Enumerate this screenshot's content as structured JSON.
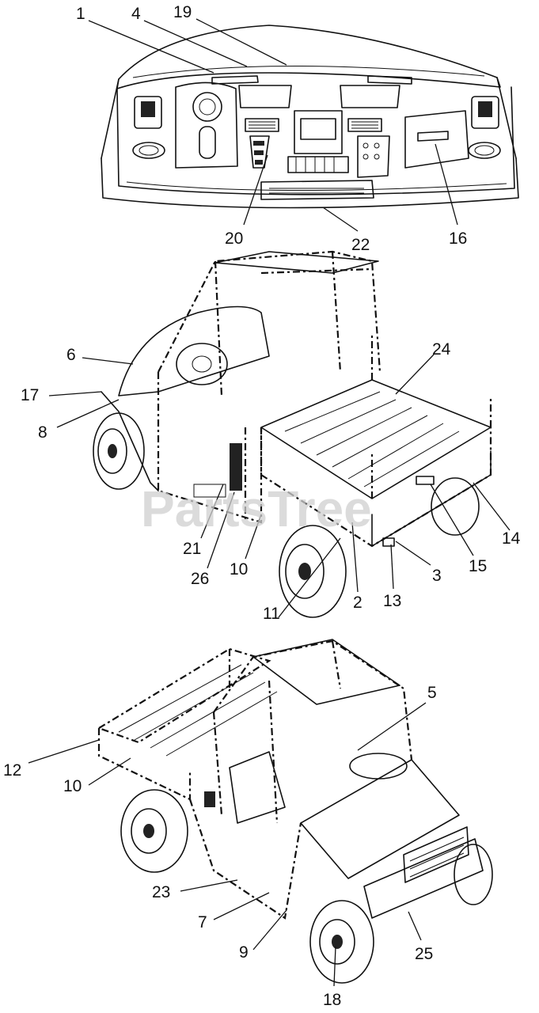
{
  "watermark": "PartsTree",
  "views": [
    {
      "name": "dashboard",
      "callouts": [
        {
          "id": "c1",
          "label": "1"
        },
        {
          "id": "c4",
          "label": "4"
        },
        {
          "id": "c19",
          "label": "19"
        },
        {
          "id": "c20",
          "label": "20"
        },
        {
          "id": "c22",
          "label": "22"
        },
        {
          "id": "c16",
          "label": "16"
        }
      ]
    },
    {
      "name": "rear-left-view",
      "callouts": [
        {
          "id": "c6",
          "label": "6"
        },
        {
          "id": "c17",
          "label": "17"
        },
        {
          "id": "c8",
          "label": "8"
        },
        {
          "id": "c24",
          "label": "24"
        },
        {
          "id": "c21",
          "label": "21"
        },
        {
          "id": "c26",
          "label": "26"
        },
        {
          "id": "c10a",
          "label": "10"
        },
        {
          "id": "c11",
          "label": "11"
        },
        {
          "id": "c2",
          "label": "2"
        },
        {
          "id": "c13",
          "label": "13"
        },
        {
          "id": "c3",
          "label": "3"
        },
        {
          "id": "c15",
          "label": "15"
        },
        {
          "id": "c14",
          "label": "14"
        }
      ]
    },
    {
      "name": "front-left-view",
      "callouts": [
        {
          "id": "c5",
          "label": "5"
        },
        {
          "id": "c12",
          "label": "12"
        },
        {
          "id": "c10b",
          "label": "10"
        },
        {
          "id": "c23",
          "label": "23"
        },
        {
          "id": "c7",
          "label": "7"
        },
        {
          "id": "c9",
          "label": "9"
        },
        {
          "id": "c25",
          "label": "25"
        },
        {
          "id": "c18",
          "label": "18"
        }
      ]
    }
  ]
}
